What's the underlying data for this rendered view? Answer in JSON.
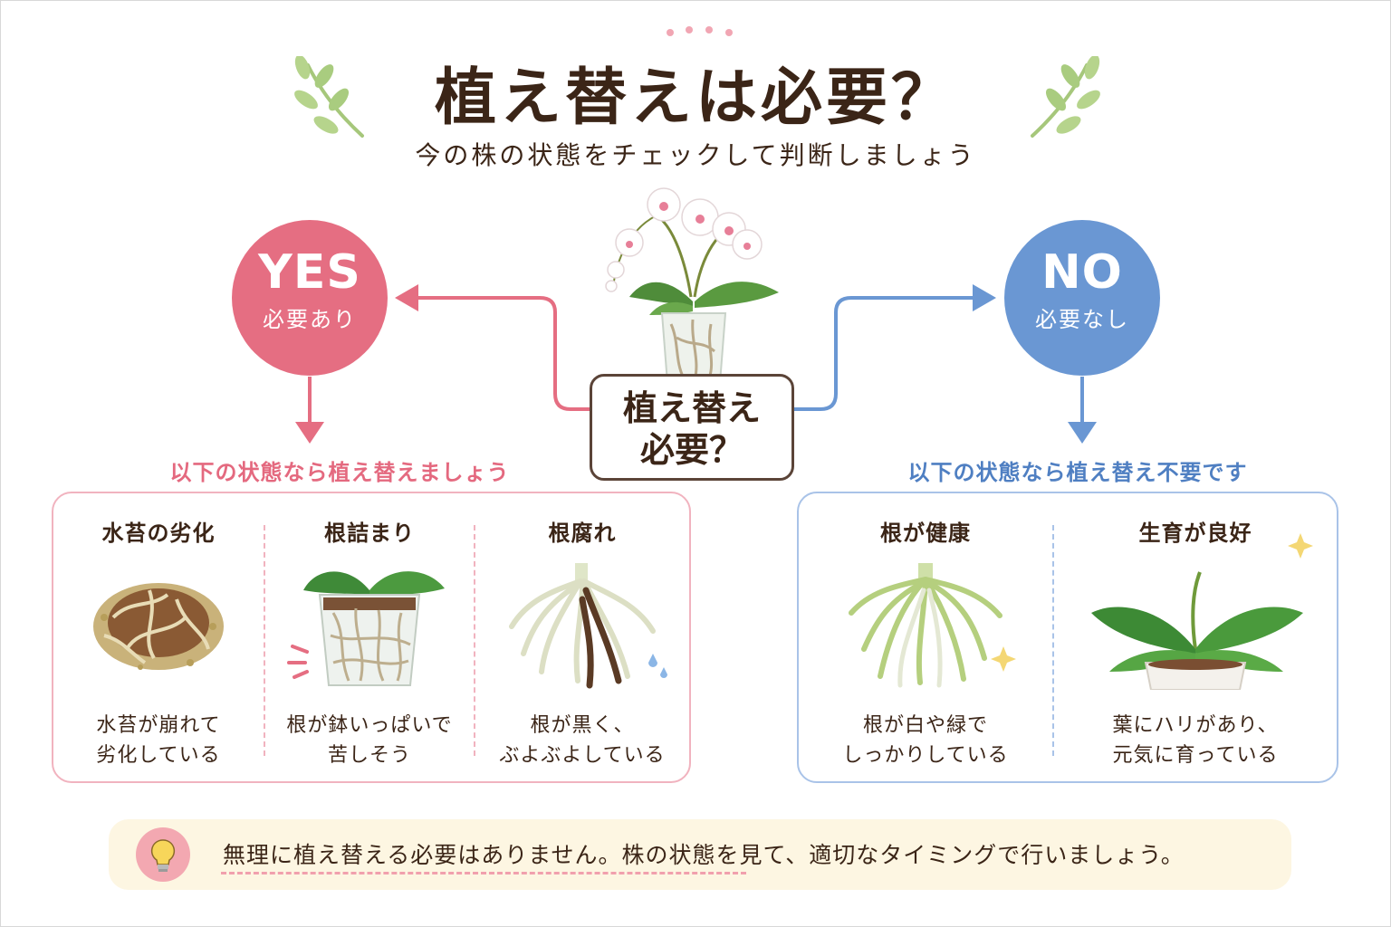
{
  "title": "植え替えは必要？",
  "subtitle": "今の株の状態をチェックして判断しましょう",
  "center_question": [
    "植え替え",
    "必要？"
  ],
  "yes": {
    "label": "YES",
    "sublabel": "必要あり",
    "color": "#e56e82",
    "caption": "以下の状態なら植え替えましょう",
    "items": [
      {
        "heading": "水苔の劣化",
        "desc": [
          "水苔が崩れて",
          "劣化している"
        ],
        "icon": "degraded-moss-icon"
      },
      {
        "heading": "根詰まり",
        "desc": [
          "根が鉢いっぱいで",
          "苦しそう"
        ],
        "icon": "root-bound-pot-icon"
      },
      {
        "heading": "根腐れ",
        "desc": [
          "根が黒く、",
          "ぶよぶよしている"
        ],
        "icon": "rotten-roots-icon"
      }
    ]
  },
  "no": {
    "label": "NO",
    "sublabel": "必要なし",
    "color": "#6a97d3",
    "caption": "以下の状態なら植え替え不要です",
    "items": [
      {
        "heading": "根が健康",
        "desc": [
          "根が白や緑で",
          "しっかりしている"
        ],
        "icon": "healthy-roots-icon"
      },
      {
        "heading": "生育が良好",
        "desc": [
          "葉にハリがあり、",
          "元気に育っている"
        ],
        "icon": "healthy-plant-icon"
      }
    ]
  },
  "tip": {
    "text": "無理に植え替える必要はありません。株の状態を見て、適切なタイミングで行いましょう。",
    "icon": "lightbulb-icon"
  }
}
